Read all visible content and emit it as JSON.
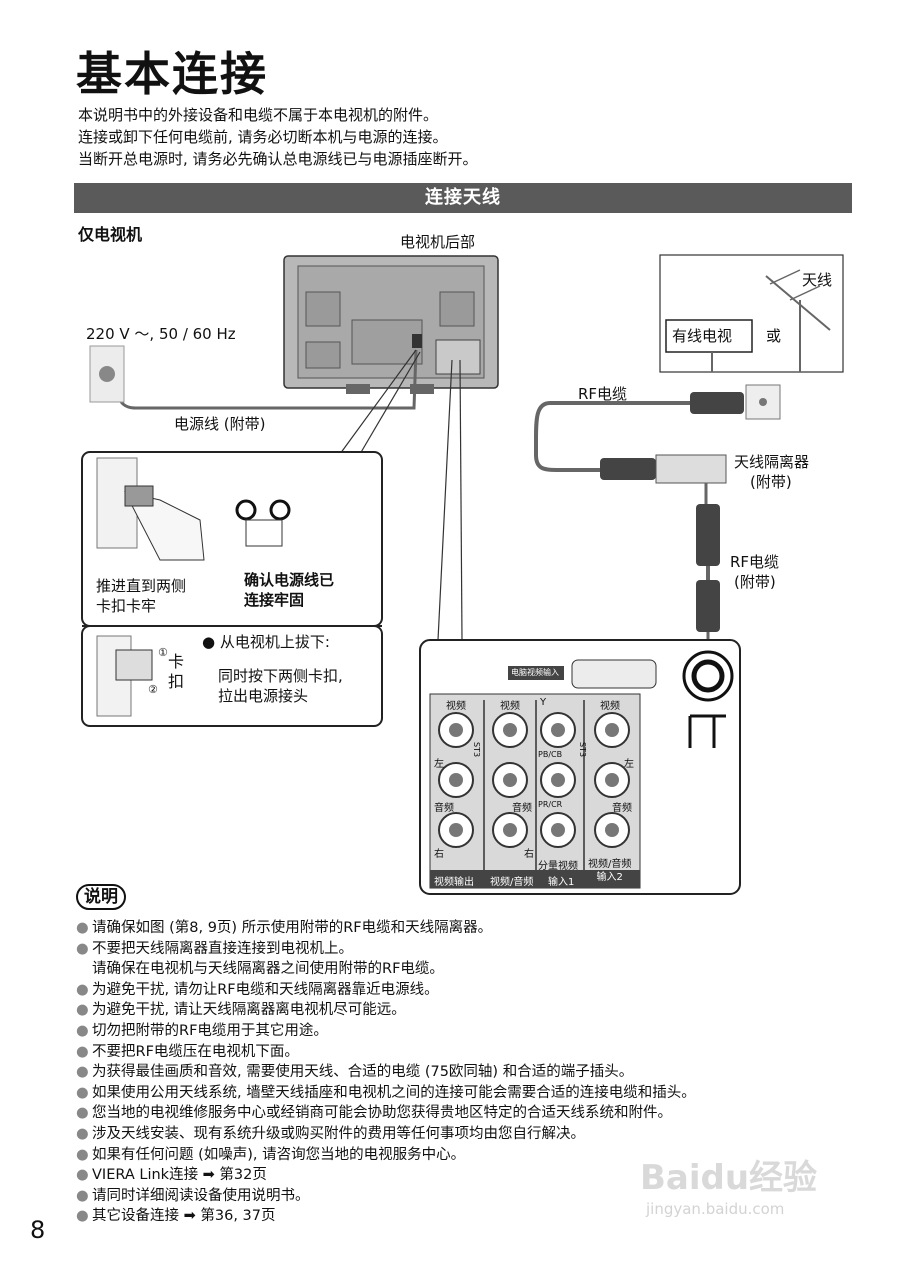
{
  "title": "基本连接",
  "intro": [
    "本说明书中的外接设备和电缆不属于本电视机的附件。",
    "连接或卸下任何电缆前, 请务必切断本机与电源的连接。",
    "当断开总电源时, 请务必先确认总电源线已与电源插座断开。"
  ],
  "section_bar": "连接天线",
  "subheading": "仅电视机",
  "diagram": {
    "tv_rear": "电视机后部",
    "power_spec": "220 V 〜, 50 / 60 Hz",
    "power_cord": "电源线 (附带)",
    "antenna": "天线",
    "cable_tv": "有线电视",
    "or": "或",
    "rf_cable": "RF电缆",
    "isolator_line1": "天线隔离器",
    "isolator_line2": "(附带)",
    "rf_cable2_line1": "RF电缆",
    "rf_cable2_line2": "(附带)",
    "inset1_left_line1": "推进直到两侧",
    "inset1_left_line2": "卡扣卡牢",
    "inset1_right_line1": "确认电源线已",
    "inset1_right_line2": "连接牢固",
    "inset2_clip_line1": "卡",
    "inset2_clip_line2": "扣",
    "inset2_head": "● 从电视机上拔下:",
    "inset2_line1": "同时按下两侧卡扣,",
    "inset2_line2": "拉出电源接头",
    "circle1": "①",
    "circle2": "②",
    "pc_input": "电脑视频输入",
    "col1_top": "视频",
    "col2_top": "视频",
    "col3_top": "Y",
    "col4_top": "视频",
    "left1": "左",
    "left2": "左",
    "right1": "右",
    "right2": "右",
    "audio1": "音频",
    "audio2": "音频",
    "audio3": "音频",
    "pb": "PB/CB",
    "pr": "PR/CR",
    "st3a": "ST3",
    "st3b": "ST3",
    "component_video": "分量视频",
    "bottom1": "视频输出",
    "bottom2": "视频/音频",
    "bottom3": "输入1",
    "bottom4_line1": "视频/音频",
    "bottom4_line2": "输入2"
  },
  "notes_heading": "说明",
  "notes": [
    {
      "text": "请确保如图 (第8, 9页) 所示使用附带的RF电缆和天线隔离器。"
    },
    {
      "text": "不要把天线隔离器直接连接到电视机上。",
      "cont": "请确保在电视机与天线隔离器之间使用附带的RF电缆。"
    },
    {
      "text": "为避免干扰, 请勿让RF电缆和天线隔离器靠近电源线。"
    },
    {
      "text": "为避免干扰, 请让天线隔离器离电视机尽可能远。"
    },
    {
      "text": "切勿把附带的RF电缆用于其它用途。"
    },
    {
      "text": "不要把RF电缆压在电视机下面。"
    },
    {
      "text": "为获得最佳画质和音效, 需要使用天线、合适的电缆 (75欧同轴) 和合适的端子插头。"
    },
    {
      "text": "如果使用公用天线系统, 墙壁天线插座和电视机之间的连接可能会需要合适的连接电缆和插头。"
    },
    {
      "text": "您当地的电视维修服务中心或经销商可能会协助您获得贵地区特定的合适天线系统和附件。"
    },
    {
      "text": "涉及天线安装、现有系统升级或购买附件的费用等任何事项均由您自行解决。"
    },
    {
      "text": "如果有任何问题 (如噪声), 请咨询您当地的电视服务中心。"
    },
    {
      "text": "VIERA Link连接 ➡ 第32页"
    },
    {
      "text": "请同时详细阅读设备使用说明书。"
    },
    {
      "text": "其它设备连接 ➡ 第36, 37页"
    }
  ],
  "page_number": "8",
  "watermark": "Baidu经验",
  "watermark_url": "jingyan.baidu.com"
}
